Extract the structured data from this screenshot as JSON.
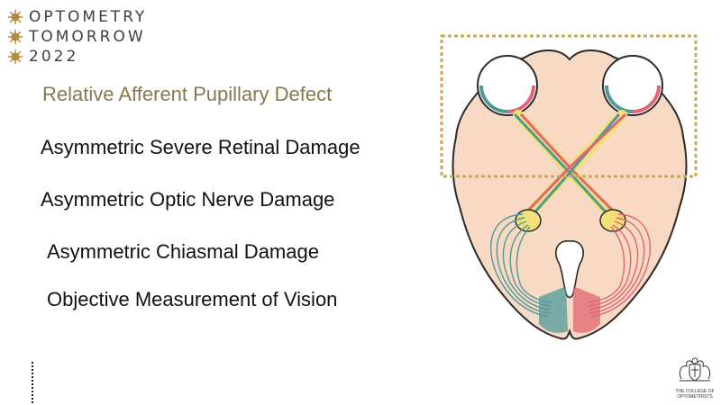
{
  "logo": {
    "lines": [
      "OPTOMETRY",
      "TOMORROW",
      "2022"
    ],
    "accent_color": "#b08d3c"
  },
  "slide": {
    "title": "Relative Afferent Pupillary Defect",
    "bullets": [
      "Asymmetric Severe Retinal Damage",
      "Asymmetric Optic Nerve Damage",
      "Asymmetric Chiasmal Damage",
      "Objective Measurement of Vision"
    ]
  },
  "diagram": {
    "icon": "brain-visual-pathway-diagram",
    "brain_color": "#f7d9c4",
    "left_pathway_color": "#4f9a98",
    "right_pathway_color": "#e06673",
    "highlight_box_color": "#c9a95a"
  },
  "crest": {
    "icon": "college-crest-icon",
    "text_lines": [
      "THE COLLEGE OF",
      "OPTOMETRISTS"
    ]
  }
}
